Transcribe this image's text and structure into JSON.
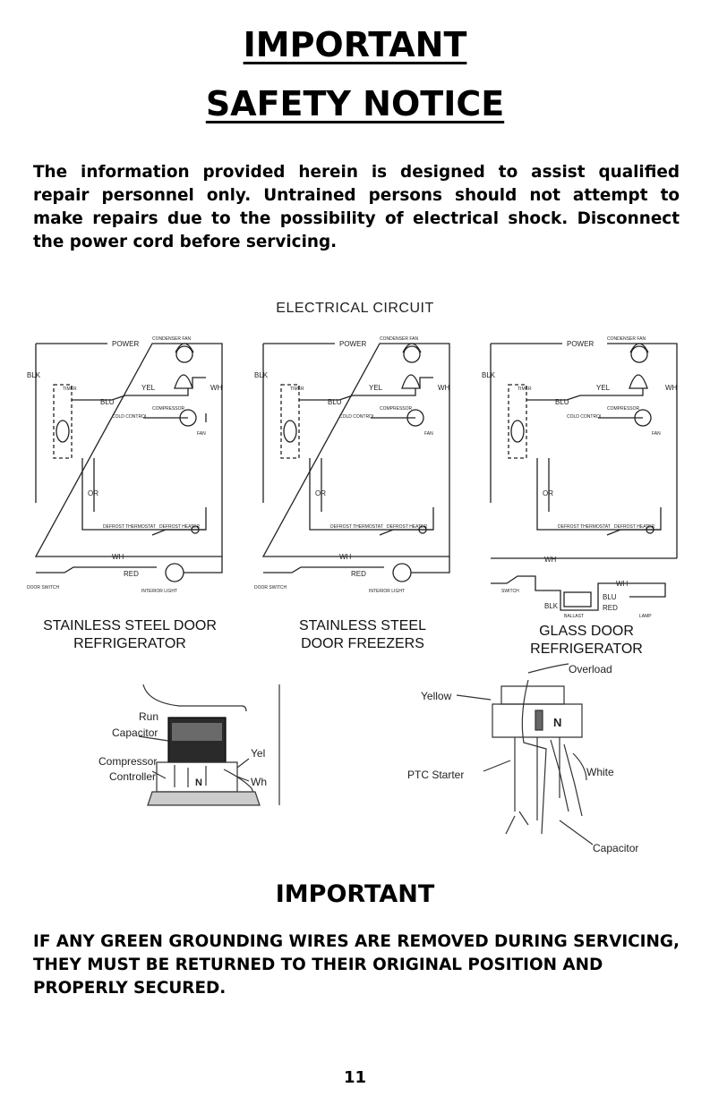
{
  "header": {
    "line1": "IMPORTANT",
    "line2": "SAFETY NOTICE"
  },
  "intro_text": "The information provided herein is designed to assist qualified repair personnel only. Untrained persons should not attempt to make repairs due to the possibility of electrical shock. Disconnect the power cord before servicing.",
  "section_title": "ELECTRICAL CIRCUIT",
  "diagrams": [
    {
      "caption_line1": "STAINLESS STEEL DOOR",
      "caption_line2": "REFRIGERATOR",
      "labels": {
        "power": "POWER",
        "blk": "BLK",
        "timer": "TIMER",
        "blu": "BLU",
        "yel": "YEL",
        "wh": "WH",
        "or": "OR",
        "red": "RED",
        "wh2": "WH",
        "fan": "CONDENSER FAN",
        "cold": "COLD CONTROL",
        "thermo": "DEFROST THERMOSTAT",
        "heater": "DEFROST HEATER",
        "door": "DOOR SWITCH",
        "light": "INTERIOR LIGHT",
        "comp": "COMPRESSOR",
        "evap": "FAN"
      }
    },
    {
      "caption_line1": "STAINLESS STEEL",
      "caption_line2": "DOOR FREEZERS",
      "labels": {
        "power": "POWER",
        "blk": "BLK",
        "timer": "TIMER",
        "blu": "BLU",
        "yel": "YEL",
        "wh": "WH",
        "or": "OR",
        "red": "RED",
        "wh2": "WH",
        "fan": "CONDENSER FAN",
        "cold": "COLD CONTROL",
        "thermo": "DEFROST THERMOSTAT",
        "heater": "DEFROST HEATER",
        "door": "DOOR SWITCH",
        "light": "INTERIOR LIGHT",
        "comp": "COMPRESSOR",
        "evap": "FAN"
      }
    },
    {
      "caption_line1": "GLASS DOOR",
      "caption_line2": "REFRIGERATOR",
      "labels": {
        "power": "POWER",
        "blk": "BLK",
        "timer": "TIMER",
        "blu": "BLU",
        "yel": "YEL",
        "wh": "WH",
        "or": "OR",
        "wh2": "WH",
        "wh3": "WH",
        "blk2": "BLK",
        "blu2": "BLU",
        "red2": "RED",
        "fan": "CONDENSER FAN",
        "cold": "COLD CONTROL",
        "thermo": "DEFROST THERMOSTAT",
        "heater": "DEFROST HEATER",
        "switch": "SWITCH",
        "ballast": "BALLAST",
        "lamp": "LAMP",
        "comp": "COMPRESSOR",
        "evap": "FAN"
      }
    }
  ],
  "component_left": {
    "run_capacitor_1": "Run",
    "run_capacitor_2": "Capacitor",
    "compressor_controller_1": "Compressor",
    "compressor_controller_2": "Controller",
    "yel": "Yel",
    "wh": "Wh",
    "n": "N"
  },
  "component_right": {
    "overload": "Overload",
    "yellow": "Yellow",
    "ptc": "PTC Starter",
    "white": "White",
    "capacitor": "Capacitor",
    "n": "N"
  },
  "important2": "IMPORTANT",
  "warning_text": "IF ANY GREEN GROUNDING WIRES ARE REMOVED DURING SERVICING, THEY MUST BE RETURNED TO THEIR ORIGINAL POSITION AND PROPERLY SECURED.",
  "page_number": "11"
}
